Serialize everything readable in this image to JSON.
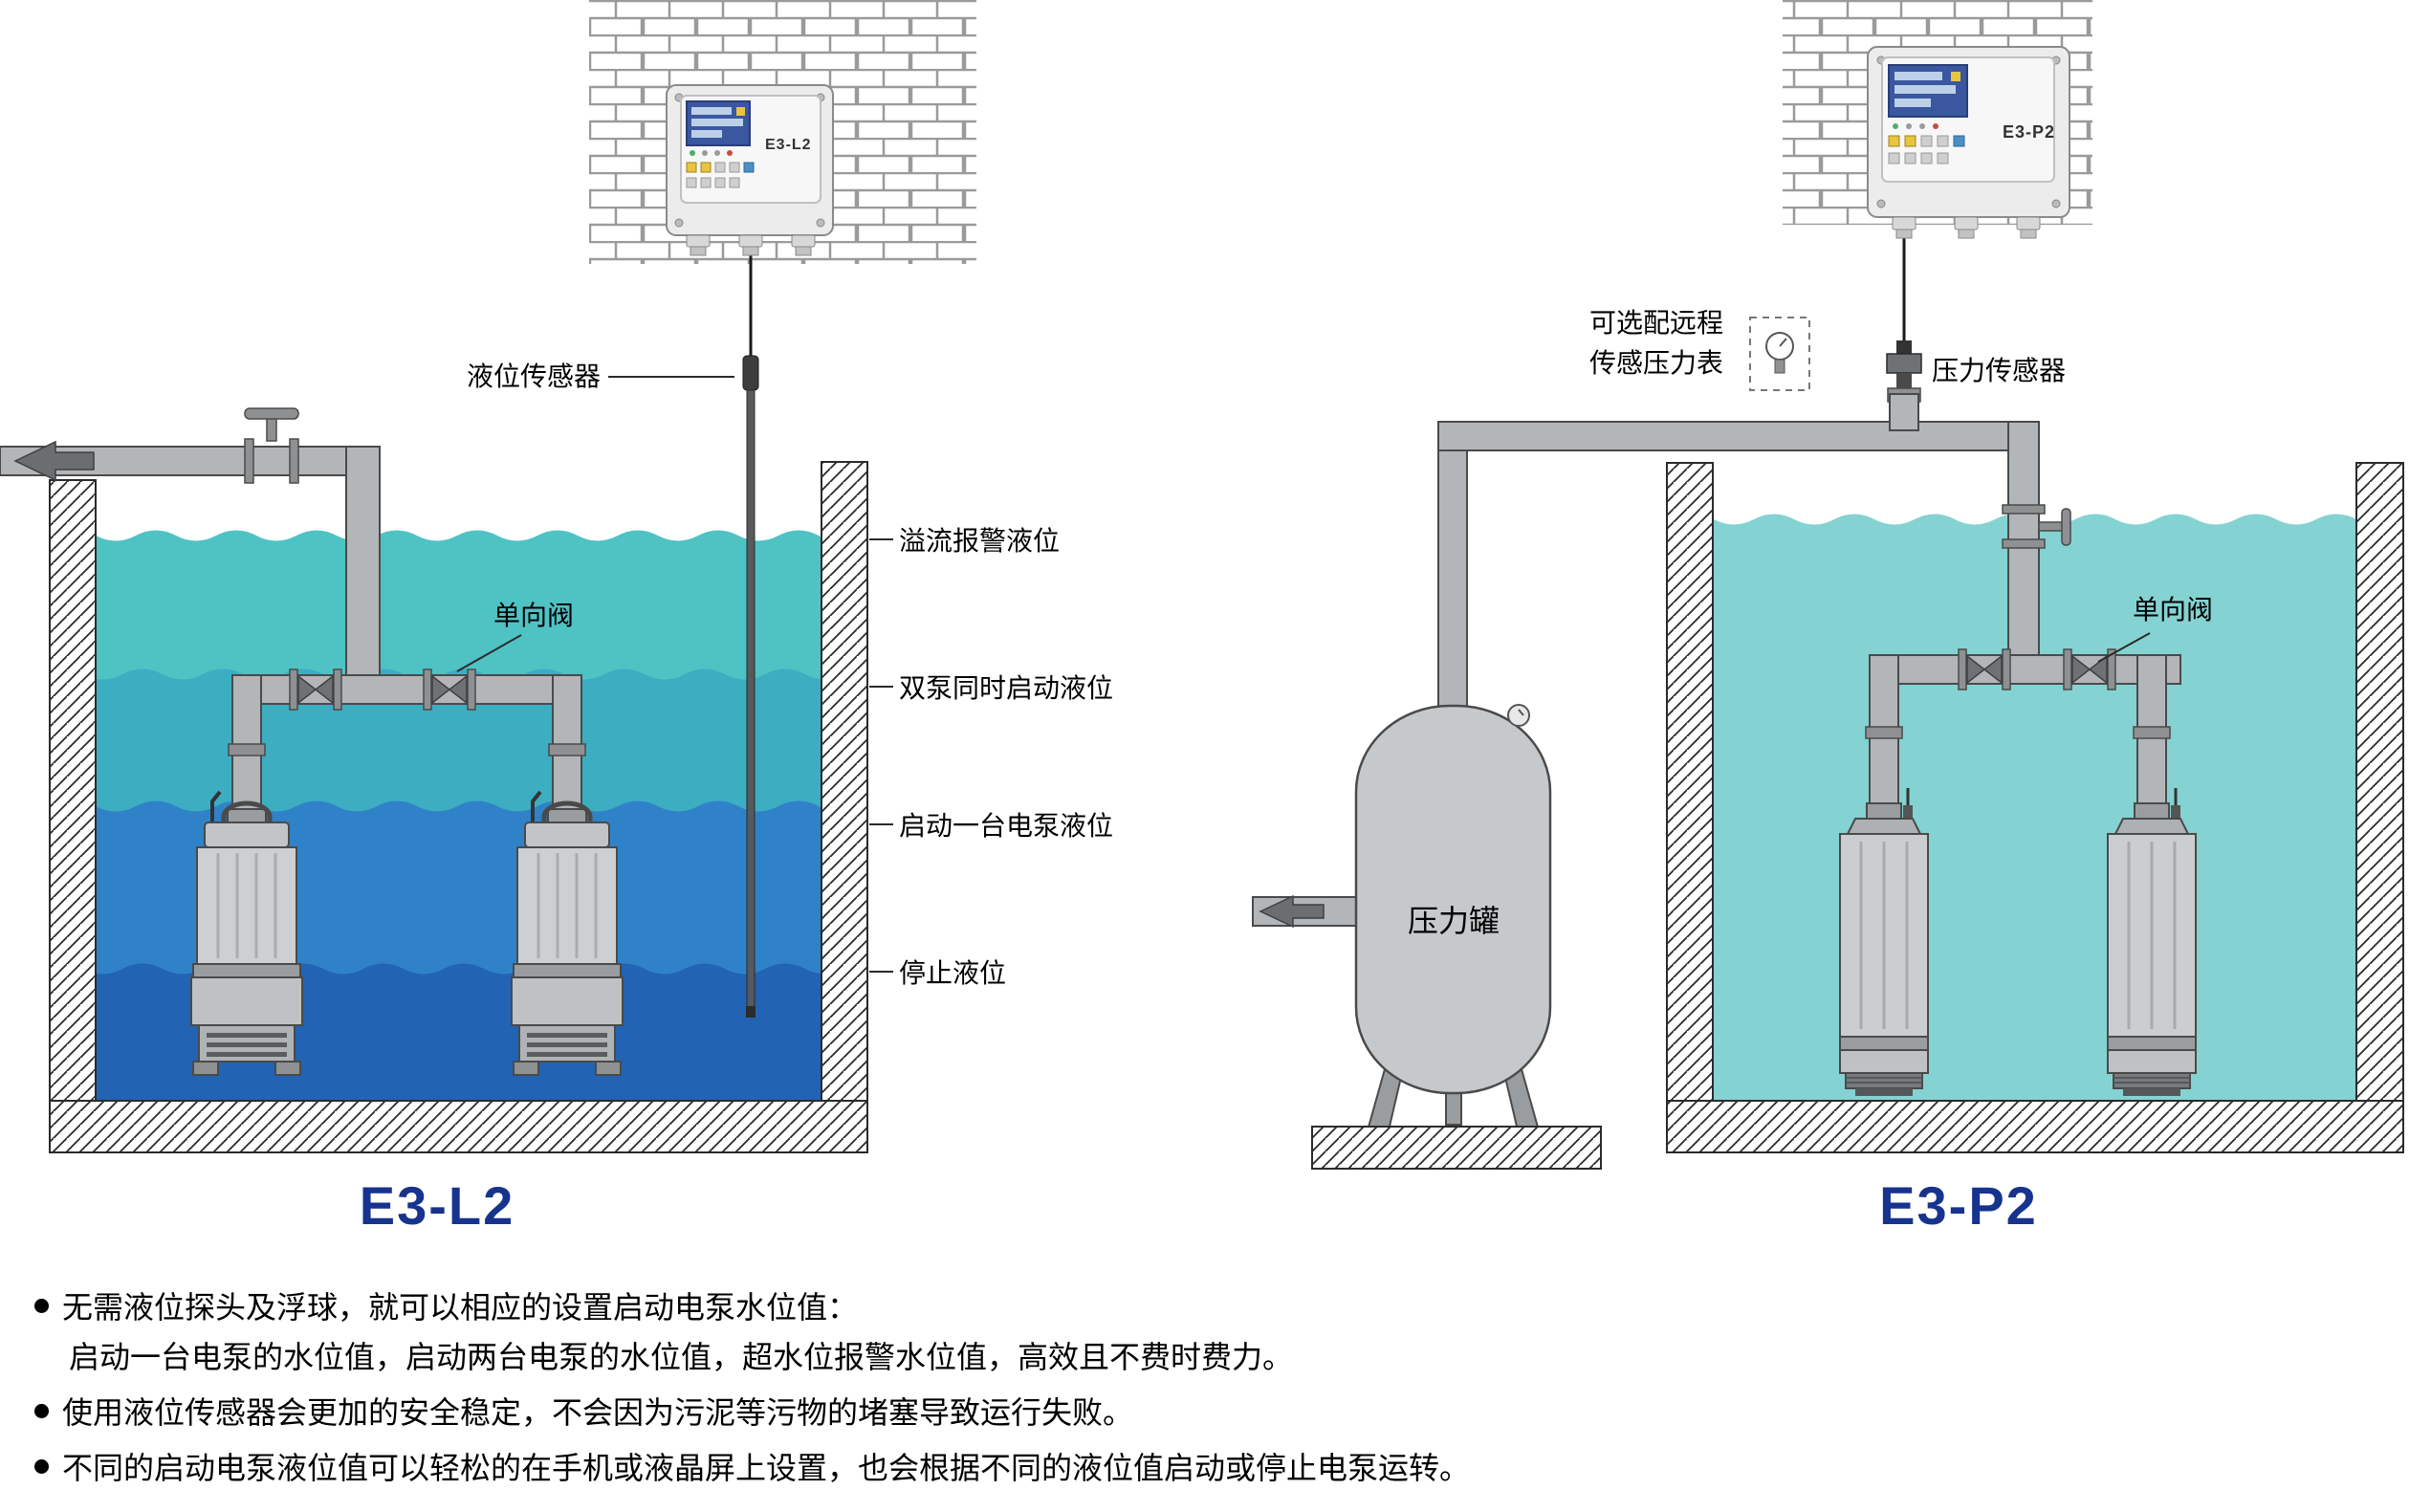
{
  "left": {
    "device_label": "E3-L2",
    "title": "E3-L2",
    "sensor_label": "液位传感器",
    "check_valve_label": "单向阀",
    "levels": [
      "溢流报警液位",
      "双泵同时启动液位",
      "启动一台电泵液位",
      "停止液位"
    ]
  },
  "right": {
    "device_label": "E3-P2",
    "title": "E3-P2",
    "optional_gauge_line1": "可选配远程",
    "optional_gauge_line2": "传感压力表",
    "pressure_sensor_label": "压力传感器",
    "check_valve_label": "单向阀",
    "pressure_tank_label": "压力罐"
  },
  "notes": [
    {
      "text": "无需液位探头及浮球，就可以相应的设置启动电泵水位值："
    },
    {
      "text": "启动一台电泵的水位值，启动两台电泵的水位值，超水位报警水位值，高效且不费时费力。"
    },
    {
      "text": "使用液位传感器会更加的安全稳定，不会因为污泥等污物的堵塞导致运行失败。"
    },
    {
      "text": "不同的启动电泵液位值可以轻松的在手机或液晶屏上设置，也会根据不同的液位值启动或停止电泵运转。"
    }
  ],
  "colors": {
    "water_band1": "#4FC2C4",
    "water_band2": "#3DADC2",
    "water_band3": "#2F82C8",
    "water_band4": "#2263B4",
    "water_right": "#85D2D2",
    "title_blue": "#16338E",
    "pipe_gray": "#B3B6B8"
  }
}
